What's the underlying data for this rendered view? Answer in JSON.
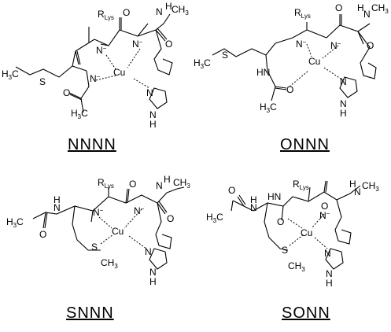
{
  "panels": [
    {
      "caption": "NNNN",
      "labels": {
        "r_main": "R",
        "r_sub": "Lys",
        "o1": "O",
        "o2": "O",
        "nh_me": "N",
        "h_me": "H",
        "ch3_top": "CH",
        "ch3_top_sub": "3",
        "n1": "N",
        "n1_charge": "−",
        "n2": "N",
        "n2_charge": "−",
        "cu": "Cu",
        "n_left": "N",
        "n_left_charge": "−",
        "n_im": "N",
        "nh_im": "N",
        "h_im": "H",
        "h3c": "H",
        "h3c_sub": "3",
        "h3c_c": "C",
        "s": "S",
        "o_acetyl": "O",
        "h3c2": "H",
        "h3c2_sub": "3",
        "h3c2_c": "C"
      }
    },
    {
      "caption": "ONNN",
      "labels": {
        "r_main": "R",
        "r_sub": "Lys",
        "o1": "O",
        "o2": "O",
        "nh_me": "N",
        "h_me": "H",
        "ch3_top": "CH",
        "ch3_top_sub": "3",
        "n1": "N",
        "n1_charge": "−",
        "n2": "N",
        "n2_charge": "−",
        "cu": "Cu",
        "hn": "HN",
        "o_coord": "O",
        "n_im": "N",
        "nh_im": "N",
        "h_im": "H",
        "h3c": "H",
        "h3c_sub": "3",
        "h3c_c": "C",
        "s": "S",
        "h3c2": "H",
        "h3c2_sub": "3",
        "h3c2_c": "C"
      }
    },
    {
      "caption": "SNNN",
      "labels": {
        "r_main": "R",
        "r_sub": "Lys",
        "o1": "O",
        "o2": "O",
        "nh_me": "N",
        "h_me": "H",
        "ch3_top": "CH",
        "ch3_top_sub": "3",
        "n1": "N",
        "n1_charge": "−",
        "n2": "N",
        "n2_charge": "−",
        "cu": "Cu",
        "h3c": "H",
        "h3c_sub": "3",
        "h3c_c": "C",
        "nh": "N",
        "h_nh": "H",
        "o_acetyl": "O",
        "s": "S",
        "ch3_s": "CH",
        "ch3_s_sub": "3",
        "n_im": "N",
        "nh_im": "N",
        "h_im": "H"
      }
    },
    {
      "caption": "SONN",
      "labels": {
        "r_main": "R",
        "r_sub": "Lys",
        "hn_top": "HN",
        "o2": "O",
        "nh_me": "N",
        "h_me": "H",
        "ch3_top": "CH",
        "ch3_top_sub": "3",
        "o_coord": "O",
        "n2": "N",
        "n2_charge": "−",
        "cu": "Cu",
        "o_acetyl": "O",
        "nh": "N",
        "h_nh": "H",
        "h3c": "H",
        "h3c_sub": "3",
        "h3c_c": "C",
        "s": "S",
        "ch3_s": "CH",
        "ch3_s_sub": "3",
        "n_im": "N",
        "nh_im": "N",
        "h_im": "H"
      }
    }
  ]
}
